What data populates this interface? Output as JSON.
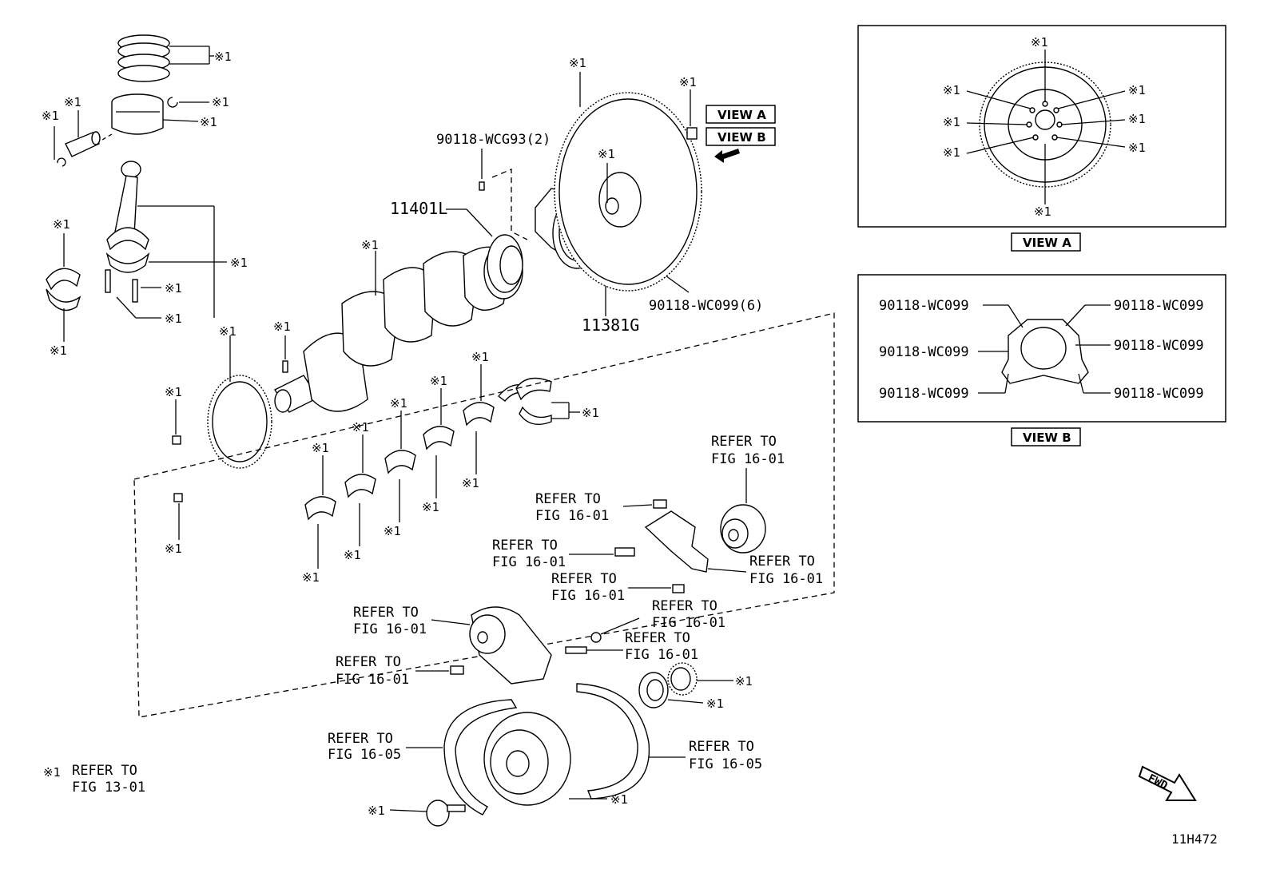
{
  "marker": "※1",
  "parts": {
    "crank_pulley_seal": "11401L",
    "rear_oil_seal_retainer": "11381G",
    "pin_90118_wcg93": "90118-WCG93(2)",
    "bolt_90118_wc099_6": "90118-WC099(6)"
  },
  "refer_to": {
    "line1": "REFER TO",
    "fig_16_01": "FIG 16-01",
    "fig_16_05": "FIG 16-05",
    "fig_13_01": "FIG 13-01"
  },
  "view_a": {
    "tag": "VIEW A",
    "caption": "VIEW A"
  },
  "view_b": {
    "tag": "VIEW B",
    "caption": "VIEW B",
    "bolt_labels": [
      "90118-WC099",
      "90118-WC099",
      "90118-WC099",
      "90118-WC099",
      "90118-WC099",
      "90118-WC099"
    ]
  },
  "legend": {
    "marker": "※1",
    "line1": "REFER TO",
    "line2": "FIG 13-01"
  },
  "fwd_label": "FWD",
  "figure_id": "11H472"
}
